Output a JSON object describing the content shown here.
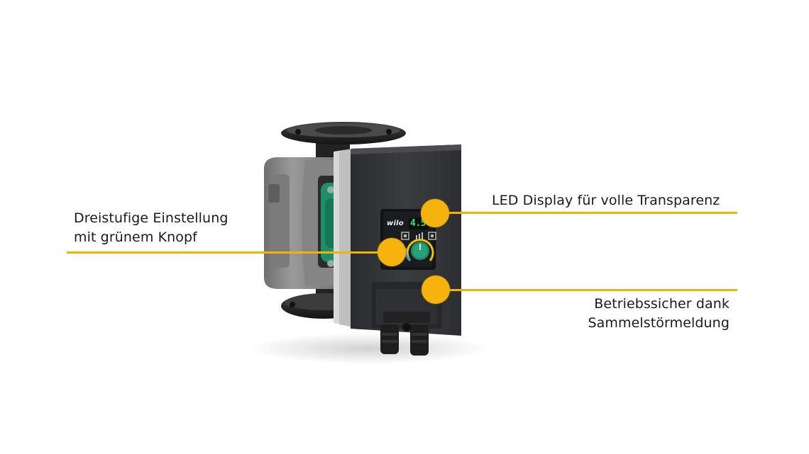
{
  "product": {
    "brand_logo_text": "wilo",
    "display_value": "4.5",
    "colors": {
      "accent_line": "#f2b400",
      "callout_dot": "#f6b30e",
      "knob_green": "#1f8f6a",
      "display_green": "#37e07a",
      "housing_dark": "#303236",
      "insulation_gray": "#8d8d8d"
    }
  },
  "callouts": {
    "left": {
      "line1": "Dreistufige Einstellung",
      "line2": "mit grünem Knopf"
    },
    "right_top": {
      "line1": "LED Display für volle Transparenz"
    },
    "right_bottom": {
      "line1": "Betriebssicher dank",
      "line2": "Sammelstörmeldung"
    }
  },
  "icons": [
    "display-mode-left-icon",
    "display-mode-right-icon",
    "setting-level-icon"
  ]
}
